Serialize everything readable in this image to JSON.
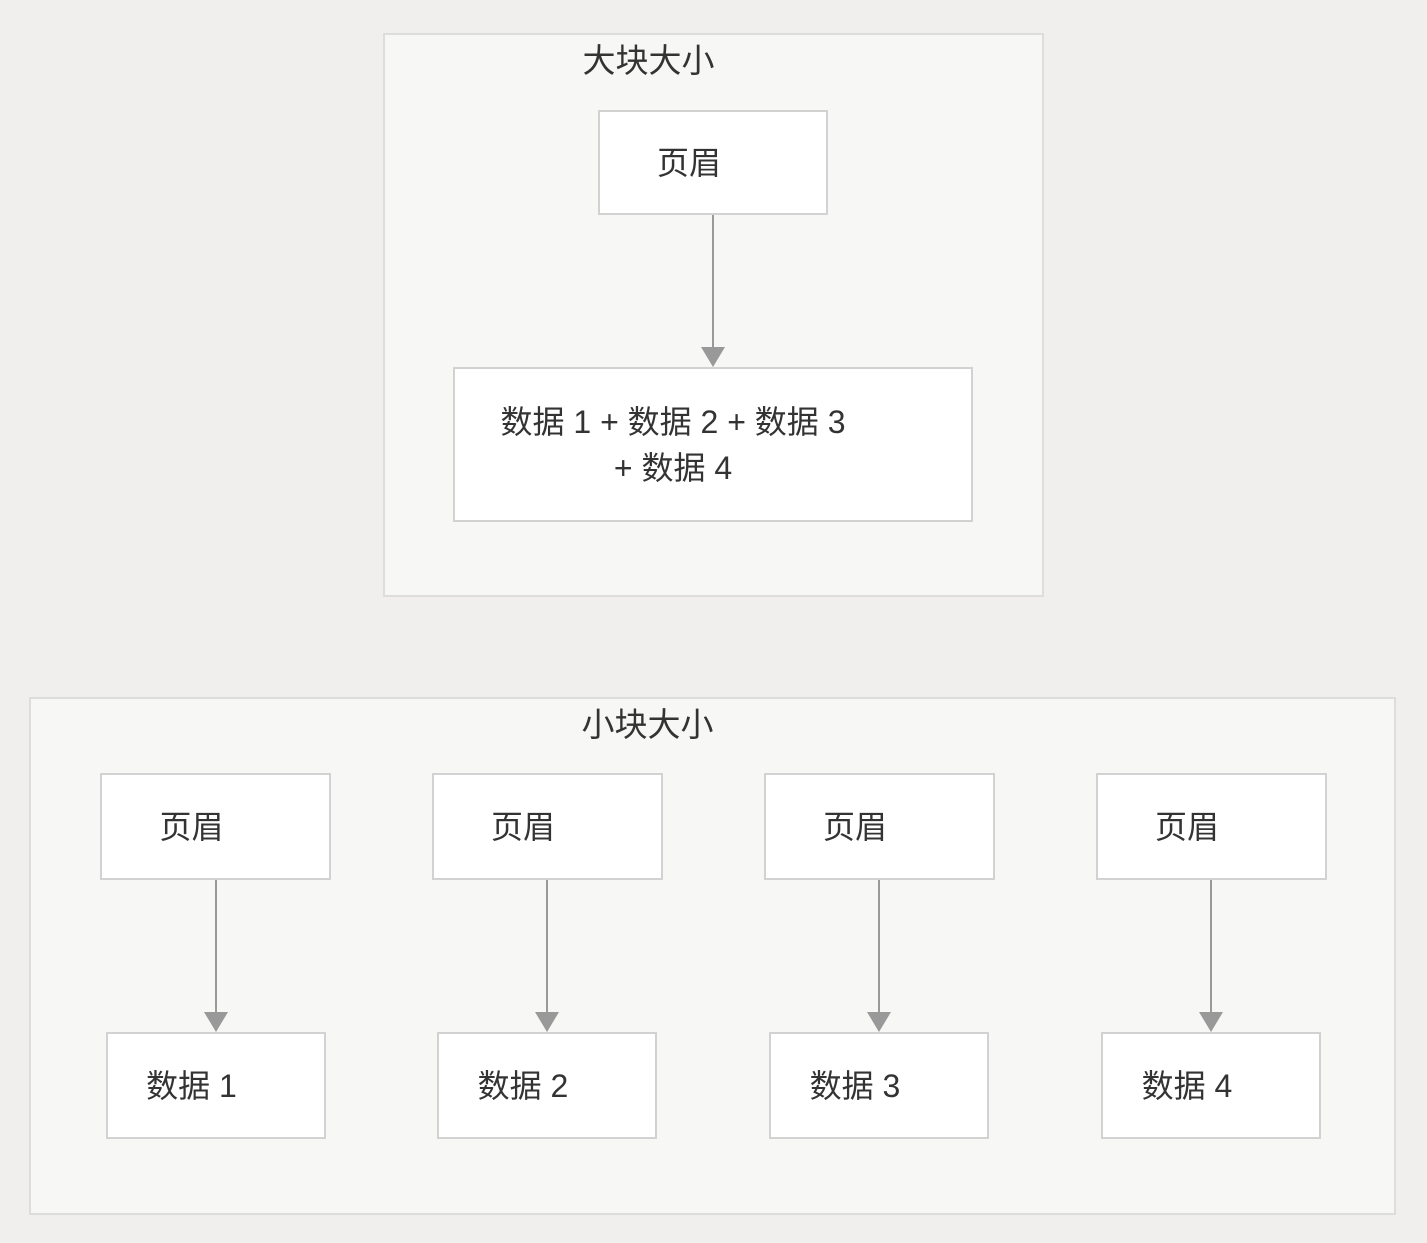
{
  "colors": {
    "page_background": "#f0efed",
    "panel_background": "#f7f7f6",
    "panel_border": "#dedddd",
    "node_background": "#ffffff",
    "node_border": "#d2d2d2",
    "arrow": "#999999",
    "text": "#333333"
  },
  "large_chunk_panel": {
    "title": "大块大小",
    "header_label": "页眉",
    "data_label_line1": "数据 1 + 数据 2 + 数据 3",
    "data_label_line2": "+ 数据 4"
  },
  "small_chunk_panel": {
    "title": "小块大小",
    "columns": [
      {
        "header_label": "页眉",
        "data_label": "数据 1"
      },
      {
        "header_label": "页眉",
        "data_label": "数据 2"
      },
      {
        "header_label": "页眉",
        "data_label": "数据 3"
      },
      {
        "header_label": "页眉",
        "data_label": "数据 4"
      }
    ]
  }
}
